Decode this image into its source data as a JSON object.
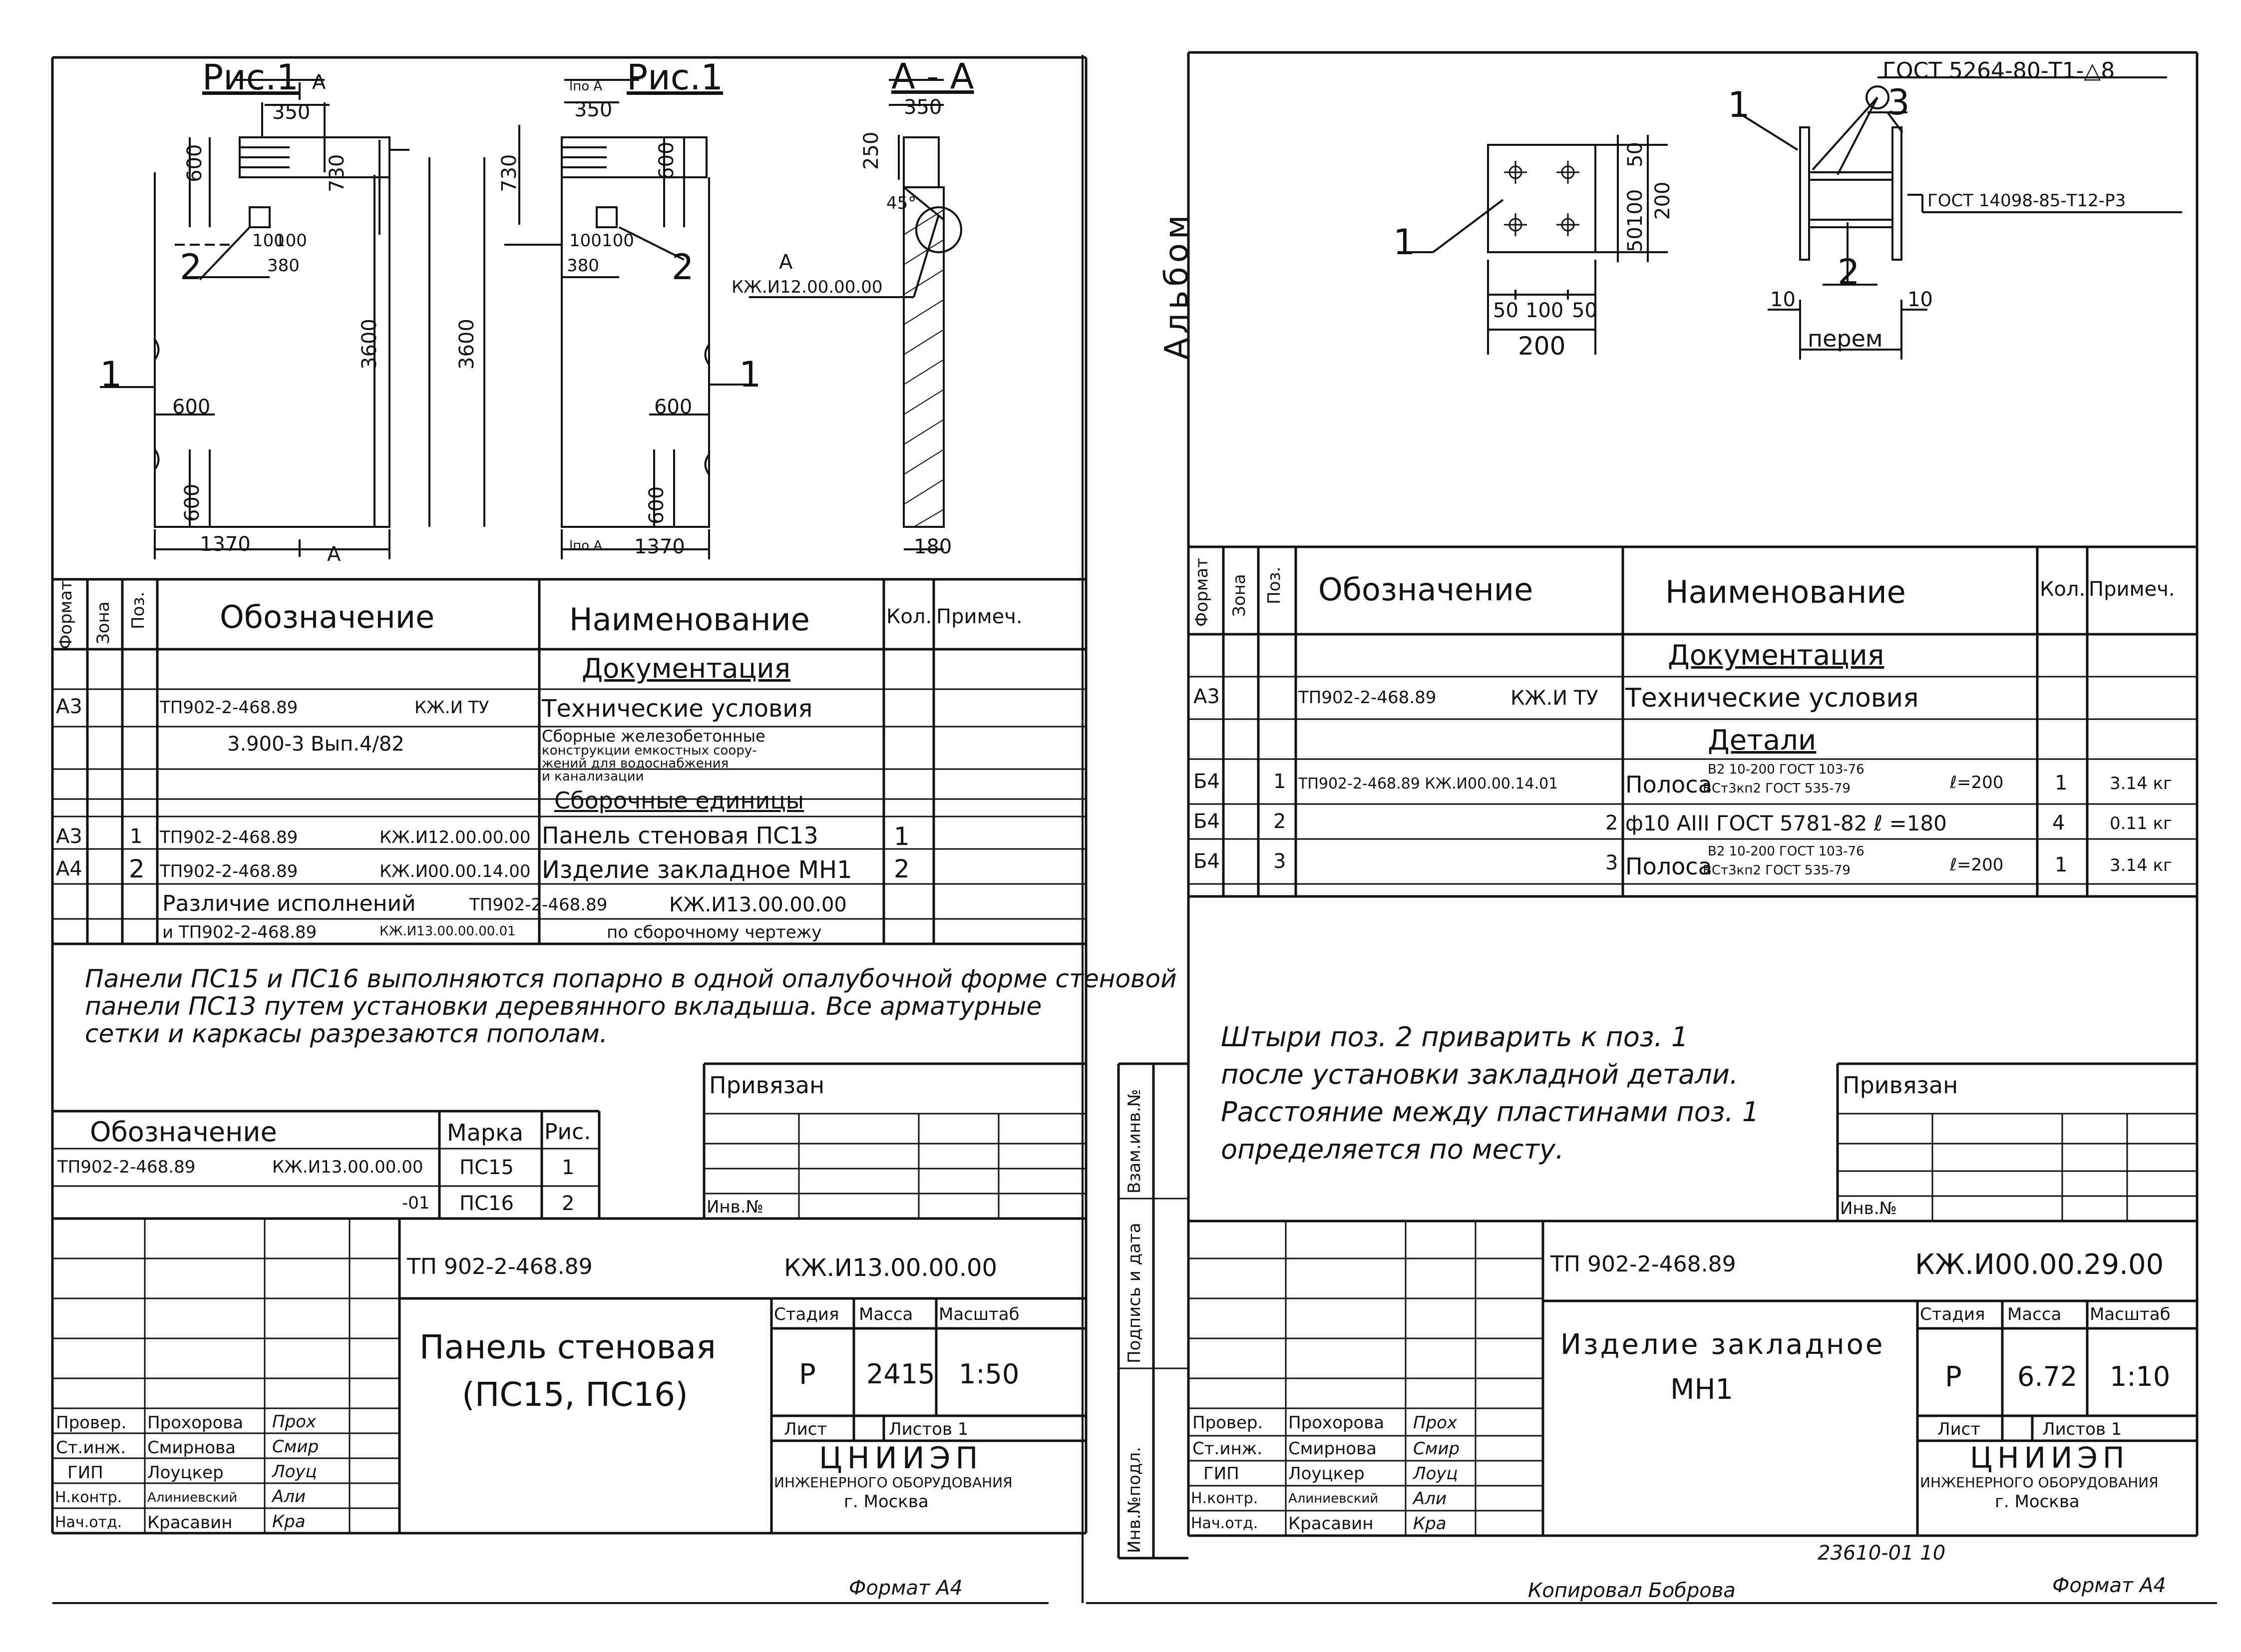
{
  "left": {
    "fig_labels": {
      "fig1": "Рис.1",
      "fig2": "Рис.1",
      "section": "А - А"
    },
    "cut_marks": {
      "a1": "А",
      "a2": "А",
      "a3": "А",
      "a4": "А",
      "lno1": "lпо А",
      "lno2": "lпо А"
    },
    "dims": {
      "w350a": "350",
      "w350b": "350",
      "w350c": "350",
      "d600a": "600",
      "d730a": "730",
      "d3600a": "3600",
      "d100a": "100",
      "d100b": "100",
      "d380a": "380",
      "d600b": "600",
      "d600c": "600",
      "d1370a": "1370",
      "d730b": "730",
      "d600d": "600",
      "d3600b": "3600",
      "d100c": "100",
      "d100d": "100",
      "d380b": "380",
      "d600e": "600",
      "d600f": "600",
      "d1370b": "1370",
      "d250": "250",
      "d45": "45°",
      "d180": "180"
    },
    "callouts": {
      "c1a": "1",
      "c2a": "2",
      "c1b": "1",
      "c2b": "2"
    },
    "section_ref": {
      "label": "А",
      "code": "КЖ.И12.00.00.00"
    },
    "spec_header": {
      "format": "Формат",
      "zone": "Зона",
      "pos": "Поз.",
      "designation": "Обозначение",
      "name": "Наименование",
      "qty": "Кол.",
      "note": "Примеч."
    },
    "spec_rows": {
      "documentation": "Документация",
      "r1_fmt": "А3",
      "r1_code": "ТП902-2-468.89",
      "r1_code2": "КЖ.И ТУ",
      "r1_name": "Технические условия",
      "r2_code": "3.900-3  Вып.4/82",
      "r2_name1": "Сборные железобетонные",
      "r2_name2": "конструкции емкостных соору-",
      "r2_name3": "жений для водоснабжения",
      "r2_name4": "и канализации",
      "assembly": "Сборочные единицы",
      "r3_fmt": "А3",
      "r3_pos": "1",
      "r3_code": "ТП902-2-468.89",
      "r3_code2": "КЖ.И12.00.00.00",
      "r3_name": "Панель стеновая  ПС13",
      "r3_qty": "1",
      "r4_fmt": "А4",
      "r4_pos": "2",
      "r4_code": "ТП902-2-468.89",
      "r4_code2": "КЖ.И00.00.14.00",
      "r4_name": "Изделие закладное  МН1",
      "r4_qty": "2",
      "r5_a": "Различие исполнений",
      "r5_b": "ТП902-2-468.89",
      "r5_c": "КЖ.И13.00.00.00",
      "r6_a": "и ТП902-2-468.89",
      "r6_b": "КЖ.И13.00.00.00.01",
      "r6_c": "по сборочному чертежу"
    },
    "note": {
      "l1": "Панели ПС15 и ПС16 выполняются попарно в одной опалубочной форме стеновой",
      "l2": "панели ПС13 путем установки деревянного вкладыша. Все арматурные",
      "l3": "сетки и каркасы разрезаются пополам."
    },
    "variants": {
      "h_desig": "Обозначение",
      "h_mark": "Марка",
      "h_fig": "Рис.",
      "v1_code": "ТП902-2-468.89",
      "v1_code2": "КЖ.И13.00.00.00",
      "v1_mark": "ПС15",
      "v1_fig": "1",
      "v2_code": "-01",
      "v2_mark": "ПС16",
      "v2_fig": "2"
    },
    "bound": {
      "label": "Привязан",
      "inv": "Инв.№"
    },
    "title_block": {
      "project": "ТП 902-2-468.89",
      "code": "КЖ.И13.00.00.00",
      "title1": "Панель стеновая",
      "title2": "(ПС15, ПС16)",
      "stage_h": "Стадия",
      "mass_h": "Масса",
      "scale_h": "Масштаб",
      "stage": "Р",
      "mass": "2415",
      "scale": "1:50",
      "sheet_h": "Лист",
      "sheets_h": "Листов 1",
      "org1": "ЦНИИЭП",
      "org2": "ИНЖЕНЕРНОГО ОБОРУДОВАНИЯ",
      "org3": "г. Москва",
      "roles": [
        "Провер.",
        "Ст.инж.",
        "ГИП",
        "Н.контр.",
        "Нач.отд."
      ],
      "names": [
        "Прохорова",
        "Смирнова",
        "Лоуцкер",
        "Алиниевский",
        "Красавин"
      ],
      "signs": [
        "Прох",
        "Смир",
        "Лоуц",
        "Али",
        "Кра"
      ]
    },
    "format": "Формат  А4"
  },
  "right": {
    "album": "Альбом",
    "weld1": "ГОСТ 5264-80-Т1-△8",
    "weld2": "ГОСТ 14098-85-Т12-Р3",
    "dims": {
      "d50a": "50",
      "d100a": "100",
      "d50b": "50",
      "d200a": "200",
      "d50c": "50",
      "d100b": "100",
      "d50d": "50",
      "d200b": "200",
      "d10a": "10",
      "d10b": "10",
      "perem": "перем"
    },
    "callouts": {
      "c1a": "1",
      "c1b": "1",
      "c2": "2",
      "c3": "3"
    },
    "spec_header": {
      "format": "Формат",
      "zone": "Зона",
      "pos": "Поз.",
      "designation": "Обозначение",
      "name": "Наименование",
      "qty": "Кол.",
      "note": "Примеч."
    },
    "spec_rows": {
      "documentation": "Документация",
      "r1_fmt": "А3",
      "r1_code": "ТП902-2-468.89",
      "r1_code2": "КЖ.И ТУ",
      "r1_name": "Технические условия",
      "details": "Детали",
      "r2_fmt": "Б4",
      "r2_pos": "1",
      "r2_code": "ТП902-2-468.89  КЖ.И00.00.14.01",
      "r2_name": "Полоса",
      "r2_frac_top": "В2 10-200 ГОСТ 103-76",
      "r2_frac_bot": "ВСт3кп2 ГОСТ 535-79",
      "r2_len": "ℓ=200",
      "r2_qty": "1",
      "r2_note": "3.14 кг",
      "r3_fmt": "Б4",
      "r3_pos": "2",
      "r3_code": "2",
      "r3_name": "ф10 АIII ГОСТ 5781-82   ℓ =180",
      "r3_qty": "4",
      "r3_note": "0.11 кг",
      "r4_fmt": "Б4",
      "r4_pos": "3",
      "r4_code": "3",
      "r4_name": "Полоса",
      "r4_frac_top": "В2 10-200 ГОСТ 103-76",
      "r4_frac_bot": "ВСт3кп2 ГОСТ 535-79",
      "r4_len": "ℓ=200",
      "r4_qty": "1",
      "r4_note": "3.14 кг"
    },
    "note": {
      "l1": "Штыри поз. 2 приварить к поз. 1",
      "l2": "после установки закладной детали.",
      "l3": "Расстояние между пластинами поз. 1",
      "l4": "определяется по месту."
    },
    "side_labels": {
      "s1": "Взам.инв.№",
      "s2": "Подпись и дата",
      "s3": "Инв.№подл."
    },
    "bound": {
      "label": "Привязан",
      "inv": "Инв.№"
    },
    "title_block": {
      "project": "ТП 902-2-468.89",
      "code": "КЖ.И00.00.29.00",
      "title1": "Изделие закладное",
      "title2": "МН1",
      "stage_h": "Стадия",
      "mass_h": "Масса",
      "scale_h": "Масштаб",
      "stage": "Р",
      "mass": "6.72",
      "scale": "1:10",
      "sheet_h": "Лист",
      "sheets_h": "Листов 1",
      "org1": "ЦНИИЭП",
      "org2": "ИНЖЕНЕРНОГО ОБОРУДОВАНИЯ",
      "org3": "г. Москва",
      "roles": [
        "Провер.",
        "Ст.инж.",
        "ГИП",
        "Н.контр.",
        "Нач.отд."
      ],
      "names": [
        "Прохорова",
        "Смирнова",
        "Лоуцкер",
        "Алиниевский",
        "Красавин"
      ],
      "signs": [
        "Прох",
        "Смир",
        "Лоуц",
        "Али",
        "Кра"
      ]
    },
    "archive_no": "23610-01  10",
    "copied": "Копировал  Боброва",
    "format": "Формат  А4"
  }
}
